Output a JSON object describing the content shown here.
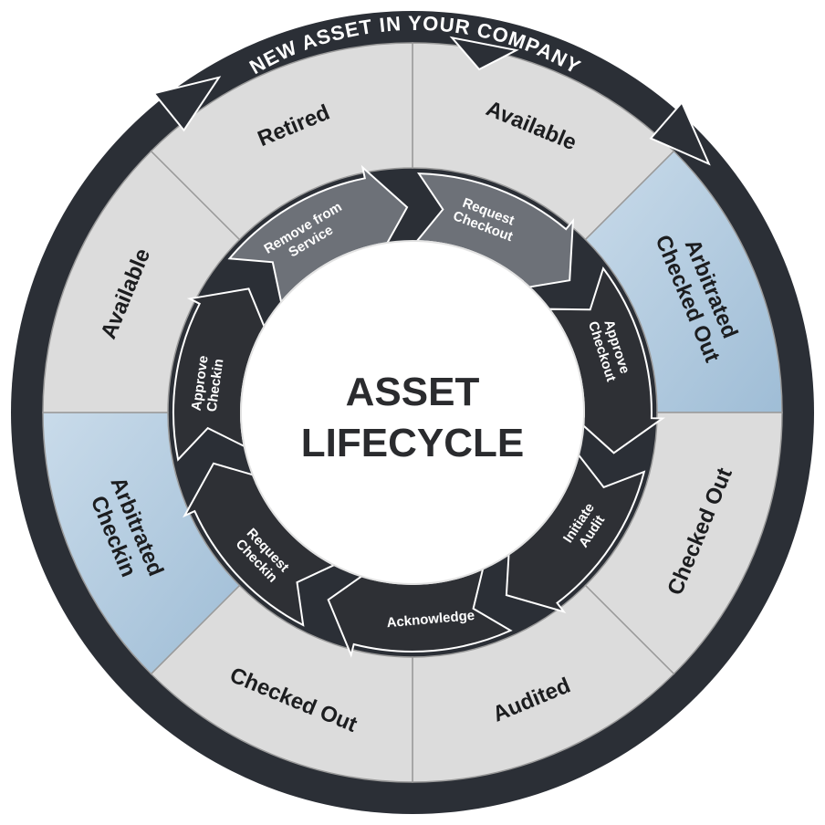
{
  "center": {
    "line1": "ASSET",
    "line2": "LIFECYCLE"
  },
  "outer_band": {
    "label": "NEW ASSET IN YOUR COMPANY"
  },
  "stages": [
    {
      "id": "available-top",
      "lines": [
        "Available"
      ],
      "highlight": false
    },
    {
      "id": "arbitrated-checked-out",
      "lines": [
        "Arbitrated",
        "Checked Out"
      ],
      "highlight": true
    },
    {
      "id": "checked-out-right",
      "lines": [
        "Checked Out"
      ],
      "highlight": false
    },
    {
      "id": "audited",
      "lines": [
        "Audited"
      ],
      "highlight": false
    },
    {
      "id": "checked-out-bottom",
      "lines": [
        "Checked Out"
      ],
      "highlight": false
    },
    {
      "id": "arbitrated-checkin",
      "lines": [
        "Arbitrated",
        "Checkin"
      ],
      "highlight": true
    },
    {
      "id": "available-left",
      "lines": [
        "Available"
      ],
      "highlight": false
    },
    {
      "id": "retired",
      "lines": [
        "Retired"
      ],
      "highlight": false
    }
  ],
  "actions": [
    {
      "id": "request-checkout",
      "lines": [
        "Request",
        "Checkout"
      ]
    },
    {
      "id": "approve-checkout",
      "lines": [
        "Approve",
        "Checkout"
      ]
    },
    {
      "id": "initiate-audit",
      "lines": [
        "Initiate",
        "Audit"
      ]
    },
    {
      "id": "acknowledge",
      "lines": [
        "Acknowledge"
      ]
    },
    {
      "id": "request-checkin",
      "lines": [
        "Request",
        "Checkin"
      ]
    },
    {
      "id": "approve-checkin",
      "lines": [
        "Approve",
        "Checkin"
      ]
    },
    {
      "id": "remove-from-service",
      "lines": [
        "Remove from",
        "Service"
      ]
    }
  ],
  "colors": {
    "outer_ring": "#2b2f36",
    "segment": "#dcdcdc",
    "segment_highlight": "#b4cde0",
    "segment_border": "#9a9a9a",
    "action_dark": "#2e3035",
    "action_mid": "#6d7178",
    "center_fill": "#ffffff"
  }
}
